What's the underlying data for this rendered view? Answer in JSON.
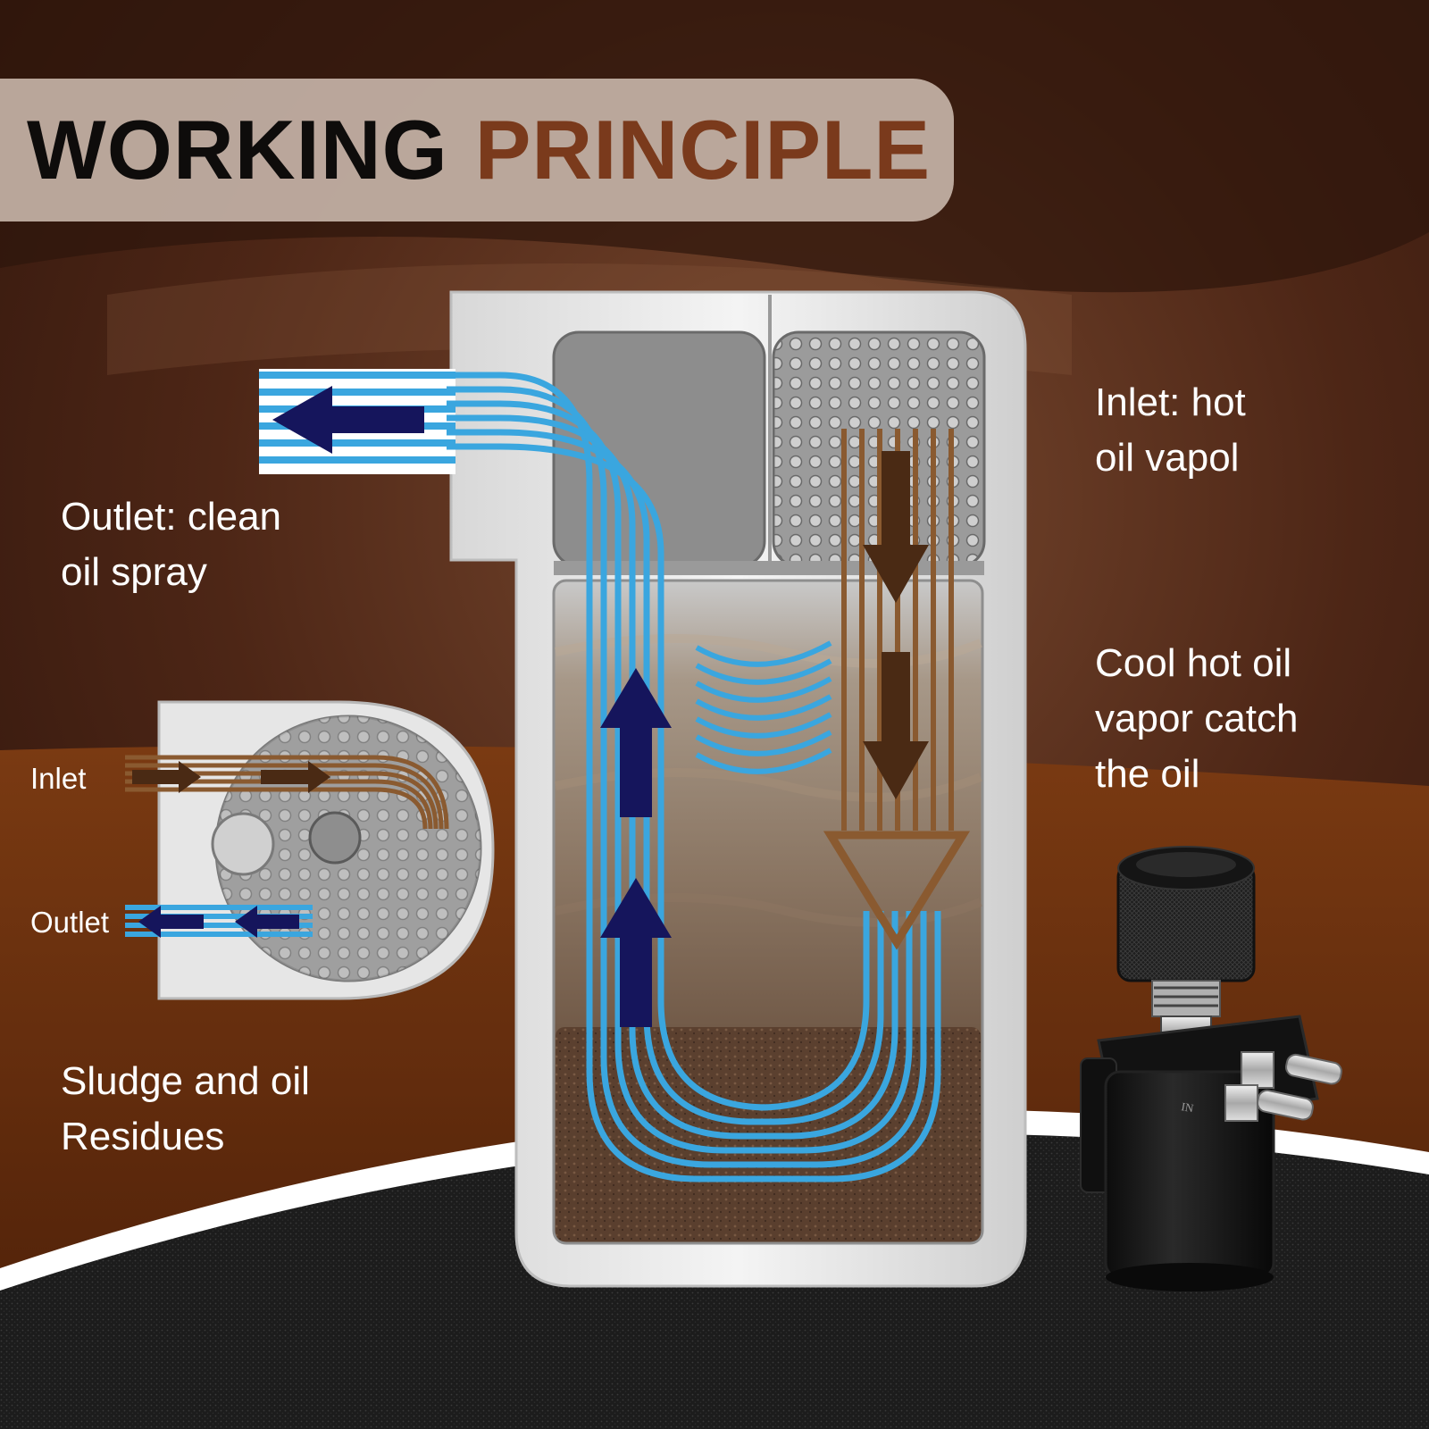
{
  "title": {
    "word_1": "WORKING",
    "word_2": "PRINCIPLE"
  },
  "labels": {
    "inlet_hot": [
      "Inlet: hot",
      "oil vapol"
    ],
    "outlet_clean": [
      "Outlet: clean",
      "oil spray"
    ],
    "cool_vapor": [
      "Cool hot oil",
      "vapor catch",
      "the oil"
    ],
    "sludge": [
      "Sludge and oil",
      "Residues"
    ],
    "inset_inlet": "Inlet",
    "inset_outlet": "Outlet"
  },
  "product": {
    "port_marking": "IN"
  },
  "colors": {
    "banner": "#c4b2a6",
    "title_dark": "#0e0c0b",
    "title_brown": "#7a3a1c",
    "flow_blue": "#3aa6df",
    "flow_brown": "#8a5a30",
    "arrow_navy": "#15155c",
    "arrow_brown": "#4a2a14",
    "label_text": "#ffffff",
    "background": "#3a1d12"
  },
  "icons": {
    "outlet_arrow": "arrow-left-icon",
    "up_arrows": "arrow-up-icon",
    "down_arrows": "arrow-down-icon",
    "inset_inlet_arrows": "arrow-right-icon",
    "inset_outlet_arrows": "arrow-left-icon"
  }
}
